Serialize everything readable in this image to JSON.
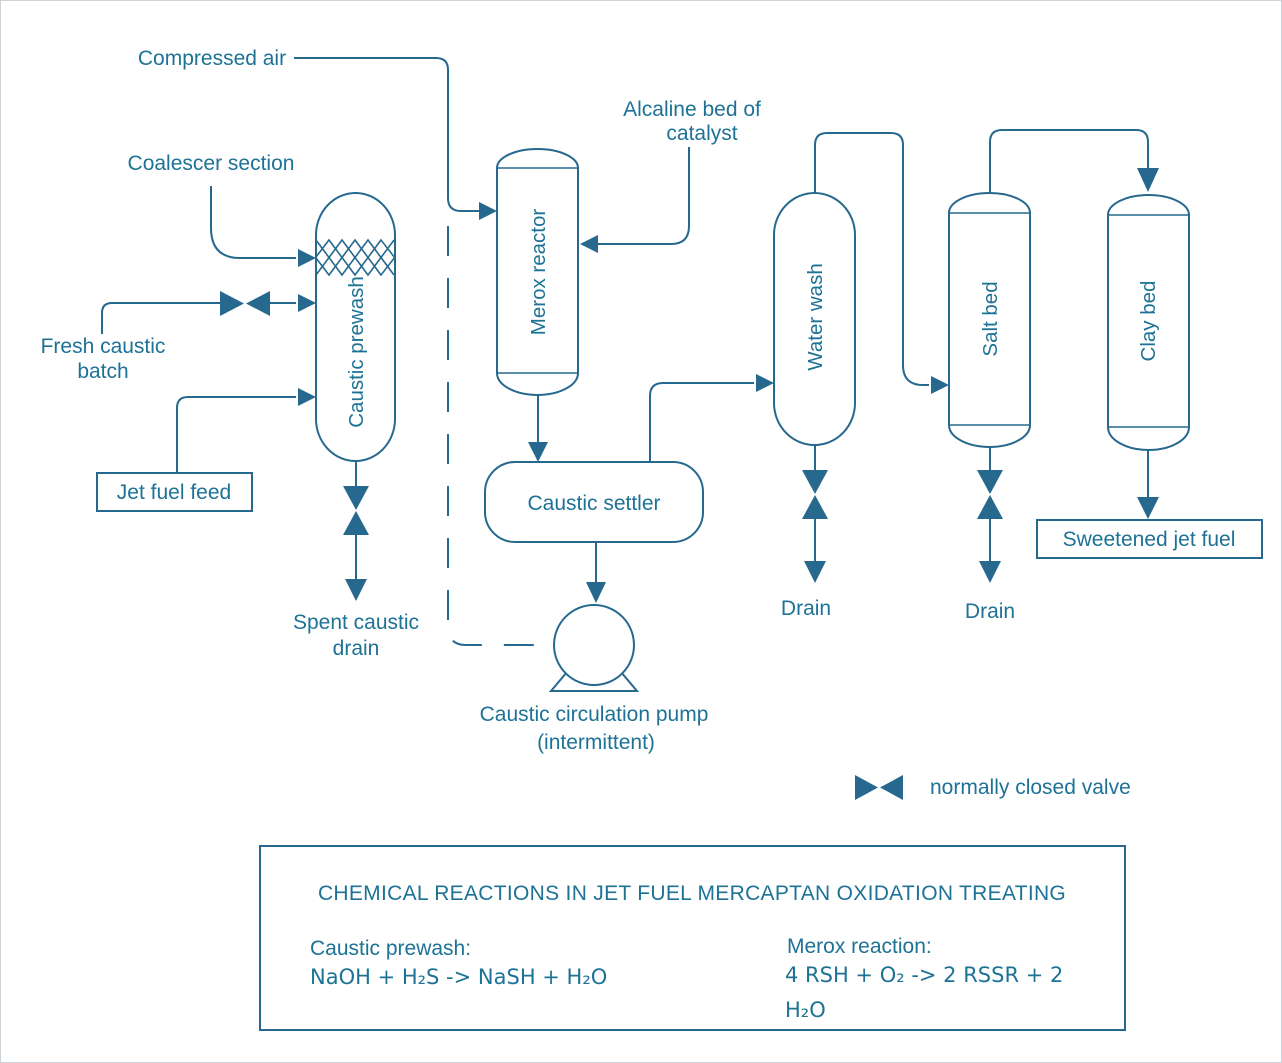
{
  "colors": {
    "line": "#26688e",
    "text": "#1d7296",
    "background": "#ffffff",
    "border": "#cdd2d7"
  },
  "labels": {
    "compressed_air": "Compressed air",
    "coalescer_section": "Coalescer section",
    "fresh_caustic": [
      "Fresh caustic",
      "batch"
    ],
    "jet_fuel_feed": "Jet fuel feed",
    "alcaline_bed": [
      "Alcaline bed of",
      "catalyst"
    ],
    "spent_caustic_drain": [
      "Spent caustic",
      "drain"
    ],
    "caustic_circulation_pump": [
      "Caustic circulation pump",
      "(intermittent)"
    ],
    "drain_water_wash": "Drain",
    "drain_salt_bed": "Drain",
    "sweetened_jet_fuel": "Sweetened jet fuel",
    "normally_closed_valve": "normally closed valve"
  },
  "vessels": {
    "caustic_prewash": "Caustic prewash",
    "merox_reactor": "Merox reactor",
    "water_wash": "Water wash",
    "salt_bed": "Salt bed",
    "clay_bed": "Clay bed",
    "caustic_settler": "Caustic settler"
  },
  "reactions_panel": {
    "title": "CHEMICAL REACTIONS IN JET FUEL MERCAPTAN OXIDATION TREATING",
    "caustic_prewash_heading": "Caustic prewash:",
    "caustic_prewash_equation": "NaOH + H₂S -> NaSH + H₂O",
    "merox_heading": "Merox reaction:",
    "merox_equation_line1": "4 RSH + O₂ -> 2 RSSR + 2",
    "merox_equation_line2": "H₂O"
  }
}
